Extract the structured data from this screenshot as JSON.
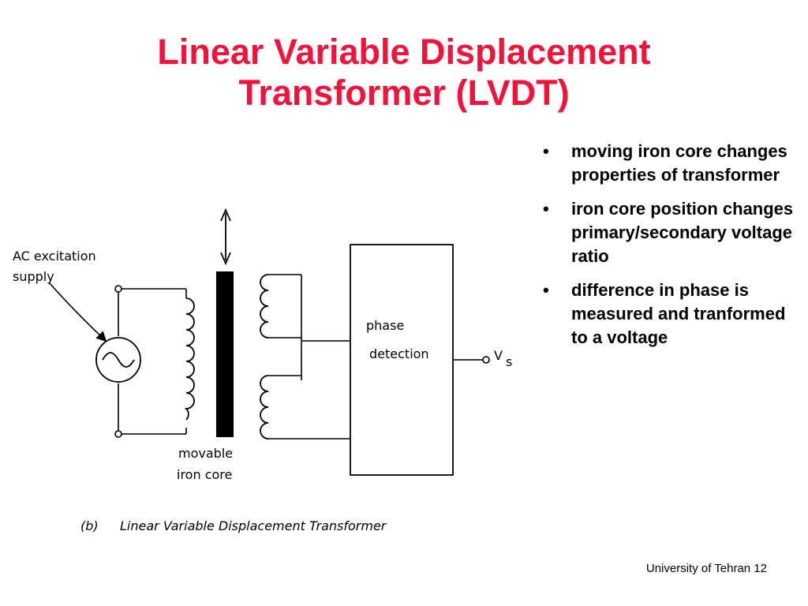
{
  "title": {
    "line1": "Linear Variable Displacement",
    "line2": "Transformer (LVDT)"
  },
  "bullets": [
    {
      "text": "moving iron core changes properties of transformer"
    },
    {
      "text": "iron core position changes primary/secondary voltage ratio"
    },
    {
      "text": "difference in phase is measured and tranformed to a voltage"
    }
  ],
  "bullet_glyph": "•",
  "diagram": {
    "labels": {
      "ac_line1": "AC excitation",
      "ac_line2": "supply",
      "phase_line1": "phase",
      "phase_line2": "detection",
      "output_main": "V",
      "output_sub": "s",
      "core_line1": "movable",
      "core_line2": "iron core",
      "caption_tag": "(b)",
      "caption": "Linear Variable Displacement Transformer"
    },
    "icons": [
      "ac-source-icon",
      "primary-coil-icon",
      "secondary-coil-icon",
      "iron-core-icon",
      "double-arrow-icon"
    ]
  },
  "footer": {
    "text": "University of Tehran 12"
  },
  "colors": {
    "title": "#f0143c",
    "text": "#000000",
    "background": "#ffffff"
  }
}
